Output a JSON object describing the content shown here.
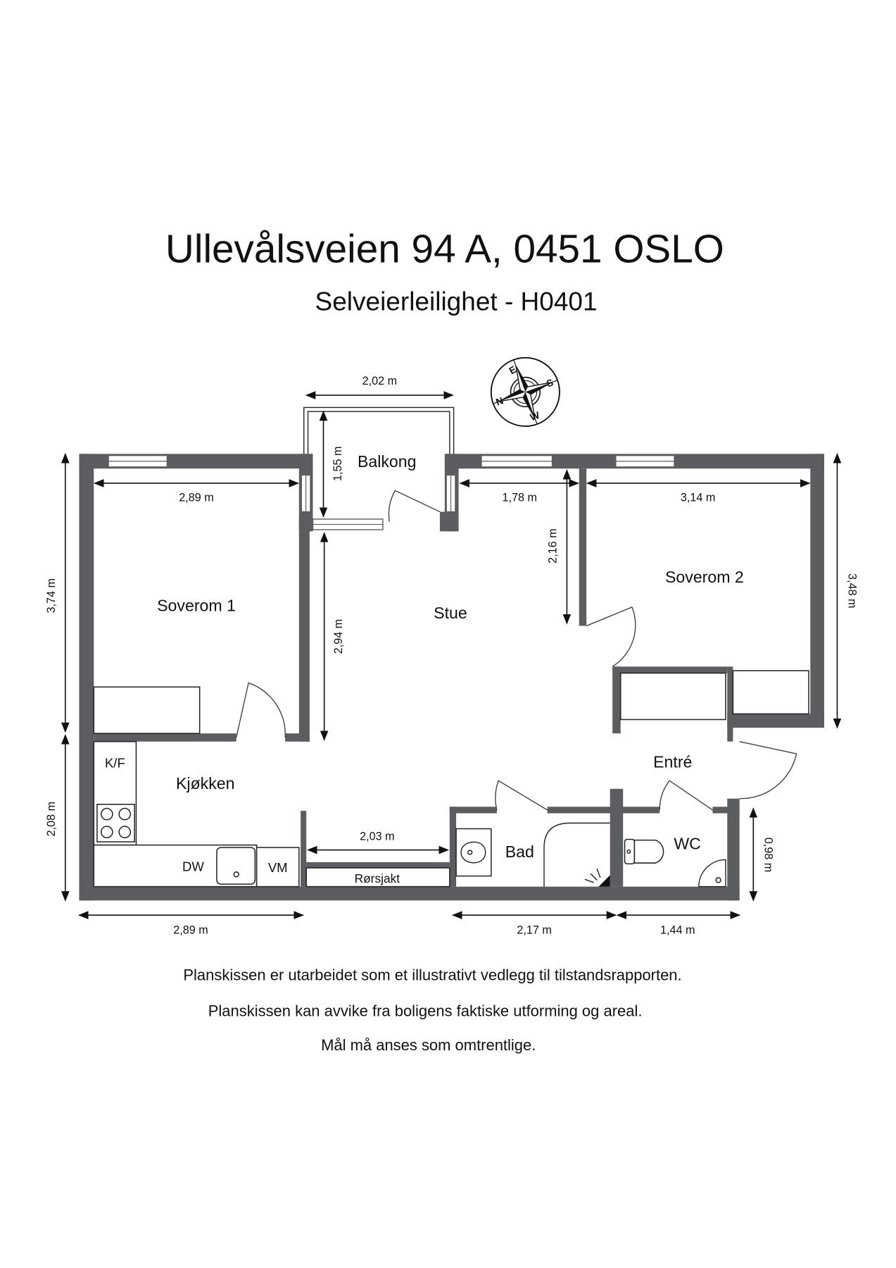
{
  "header": {
    "title": "Ullevålsveien 94 A, 0451 OSLO",
    "subtitle": "Selveierleilighet - H0401"
  },
  "rooms": {
    "balkong": "Balkong",
    "soverom1": "Soverom 1",
    "stue": "Stue",
    "soverom2": "Soverom 2",
    "kjokken": "Kjøkken",
    "entre": "Entré",
    "bad": "Bad",
    "wc": "WC",
    "rorsjakt": "Rørsjakt"
  },
  "fixtures": {
    "kf": "K/F",
    "dw": "DW",
    "vm": "VM"
  },
  "dimensions": {
    "balcony_width": "2,02 m",
    "balcony_depth": "1,55 m",
    "soverom1_width": "2,89 m",
    "stue_top": "1,78 m",
    "soverom2_width": "3,14 m",
    "stue_depth_right": "2,16 m",
    "stue_depth_left": "2,94 m",
    "left_upper": "3,74 m",
    "left_lower": "2,08 m",
    "right_upper": "3,48 m",
    "right_lower": "0,98 m",
    "rorsjakt_width": "2,03 m",
    "bottom_left": "2,89 m",
    "bottom_bad": "2,17 m",
    "bottom_wc": "1,44 m"
  },
  "compass": {
    "n": "N",
    "e": "E",
    "s": "S",
    "w": "W"
  },
  "disclaimer": [
    "Planskissen er utarbeidet som et illustrativt vedlegg til tilstandsrapporten.",
    "Planskissen kan avvike fra boligens faktiske utforming og areal.",
    "Mål må anses som omtrentlige."
  ],
  "colors": {
    "wall": "#5b5d61",
    "text": "#111111"
  }
}
